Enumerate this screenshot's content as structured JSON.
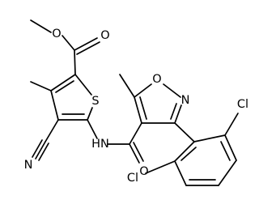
{
  "structure": {
    "atoms": {
      "ester_o_methyl": "O",
      "ester_o_carbonyl": "O",
      "thiophene_s": "S",
      "nitrile_n": "N",
      "amide_nh": "HN",
      "amide_o": "O",
      "isoxazole_o": "O",
      "isoxazole_n": "N",
      "cl_top": "Cl",
      "cl_bottom": "Cl"
    }
  }
}
